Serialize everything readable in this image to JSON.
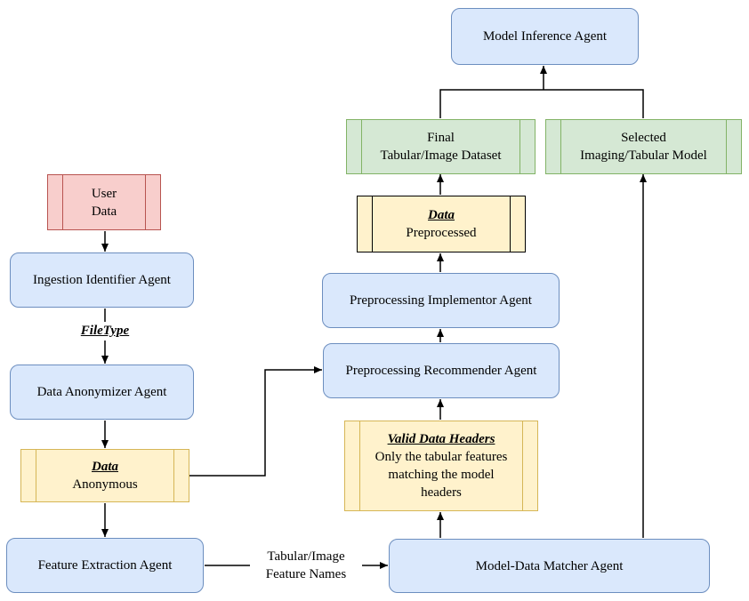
{
  "nodes": {
    "model_inference_agent": "Model Inference Agent",
    "final_dataset": {
      "line1": "Final",
      "line2": "Tabular/Image Dataset"
    },
    "selected_model": {
      "line1": "Selected",
      "line2": "Imaging/Tabular Model"
    },
    "data_preprocessed": {
      "title": "Data",
      "subtitle": "Preprocessed"
    },
    "preprocessing_implementor_agent": "Preprocessing Implementor Agent",
    "preprocessing_recommender_agent": "Preprocessing Recommender Agent",
    "valid_data_headers": {
      "title": "Valid Data Headers",
      "line1": "Only the tabular features",
      "line2": "matching the model",
      "line3": "headers"
    },
    "model_data_matcher_agent": "Model-Data Matcher Agent",
    "user_data": {
      "line1": "User",
      "line2": "Data"
    },
    "ingestion_identifier_agent": "Ingestion Identifier Agent",
    "data_anonymizer_agent": "Data Anonymizer Agent",
    "data_anonymous": {
      "title": "Data",
      "subtitle": "Anonymous"
    },
    "feature_extraction_agent": "Feature Extraction Agent"
  },
  "edge_labels": {
    "filetype": "FileType",
    "feature_names": {
      "line1": "Tabular/Image",
      "line2": "Feature Names"
    }
  },
  "colors": {
    "agent_fill": "#dae8fc",
    "agent_stroke": "#6c8ebf",
    "red_fill": "#f8cecc",
    "red_stroke": "#b85450",
    "yellow_fill": "#fff2cc",
    "yellow_stroke": "#d6b656",
    "green_fill": "#d5e8d4",
    "green_stroke": "#82b366"
  }
}
